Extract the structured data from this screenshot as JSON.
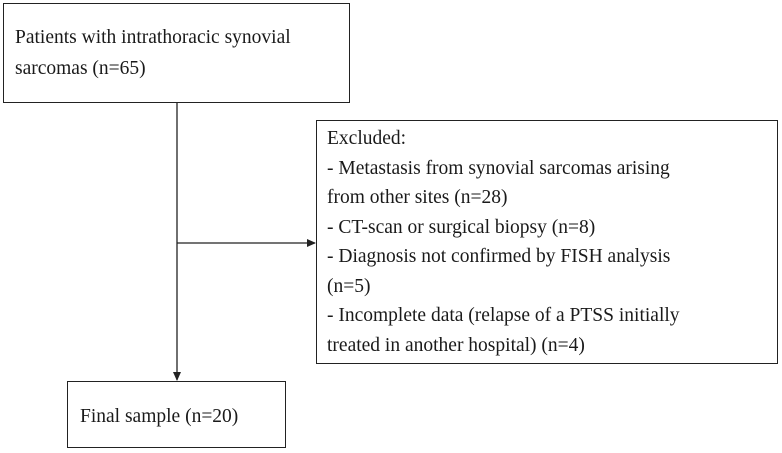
{
  "nodes": {
    "patients": {
      "lines": [
        "Patients with intrathoracic synovial",
        "sarcomas (n=65)"
      ]
    },
    "excluded": {
      "lines": [
        "Excluded:",
        "- Metastasis from synovial sarcomas arising",
        "from other sites (n=28)",
        "- CT-scan or surgical biopsy (n=8)",
        "- Diagnosis not confirmed  by FISH analysis",
        "(n=5)",
        "- Incomplete data (relapse of a PTSS initially",
        "treated in another hospital) (n=4)"
      ]
    },
    "final": {
      "lines": [
        "Final sample (n=20)"
      ]
    }
  },
  "colors": {
    "stroke": "#222222",
    "text": "#1a1a1a",
    "background": "#ffffff"
  }
}
